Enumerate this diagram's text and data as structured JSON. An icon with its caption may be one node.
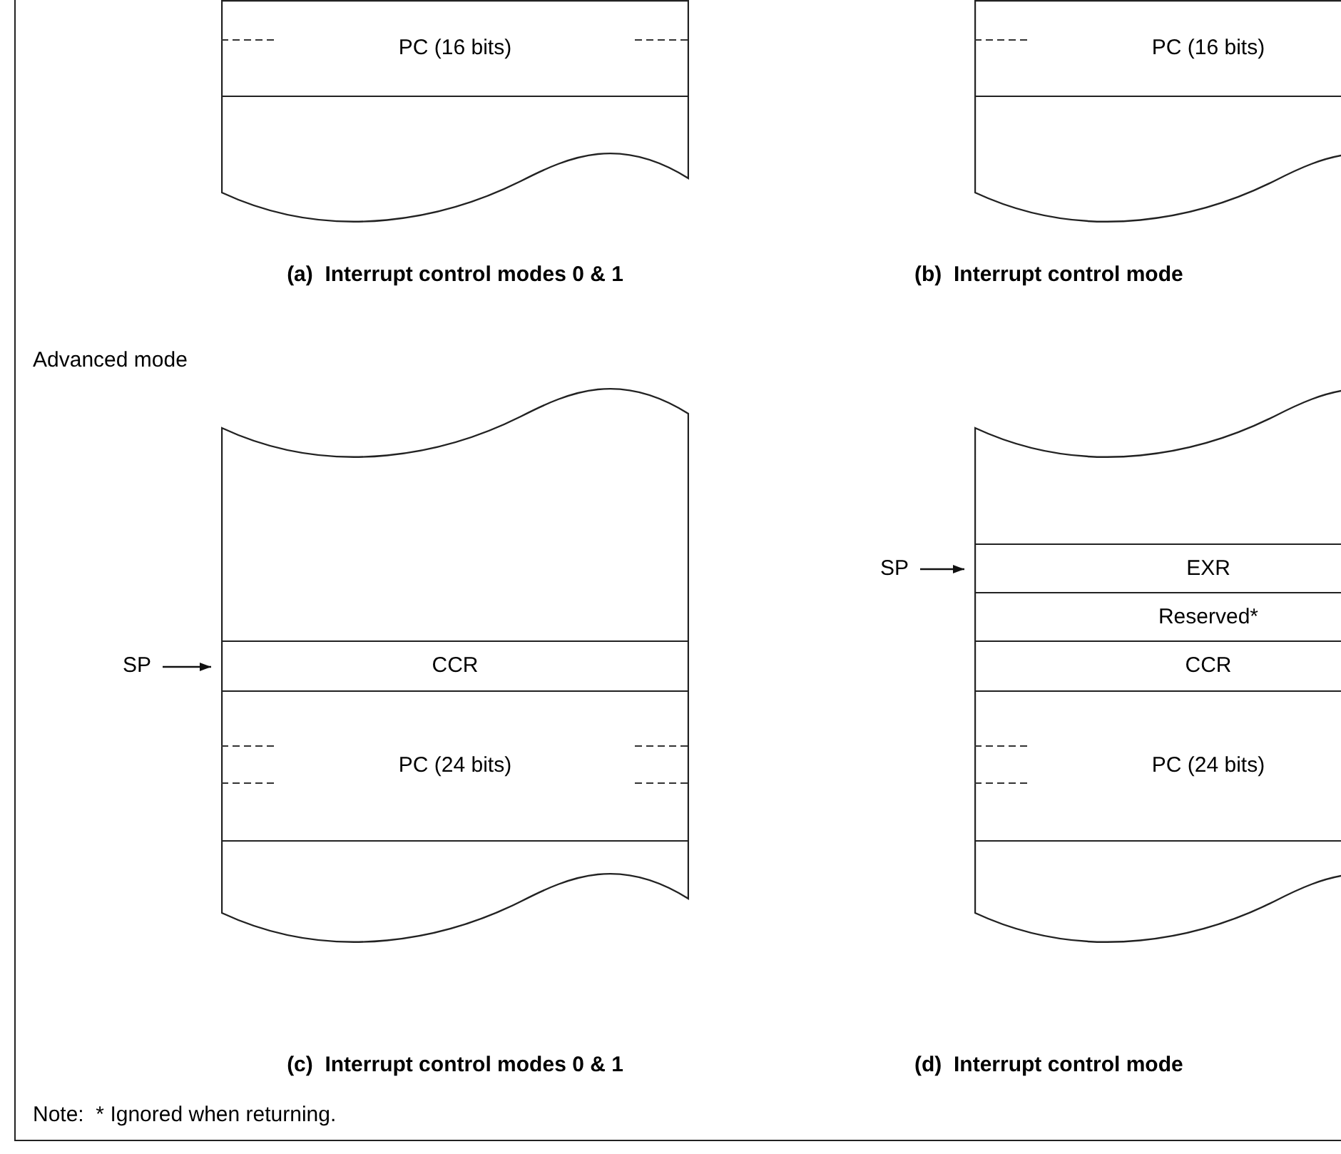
{
  "diagram": {
    "nodes": [
      {
        "text": [],
        "shape": "box"
      },
      {
        "text": [
          "PC (16 bits)"
        ],
        "in": 0
      },
      {
        "text": [],
        "shape": "box"
      },
      {
        "text": [
          "PC (16 bits)"
        ],
        "in": 2
      },
      {
        "text": [],
        "shape": "box"
      },
      {
        "text": [
          "CCR"
        ],
        "in": 4
      },
      {
        "text": [
          "PC (24 bits)"
        ],
        "in": 4
      },
      {
        "text": [
          "SP"
        ]
      },
      {
        "text": [],
        "shape": "box"
      },
      {
        "text": [
          "EXR"
        ],
        "in": 8
      },
      {
        "text": [
          "Reserved*"
        ],
        "in": 8
      },
      {
        "text": [
          "CCR"
        ],
        "in": 8
      },
      {
        "text": [
          "PC (24 bits)"
        ],
        "in": 8
      },
      {
        "text": [
          "SP"
        ]
      }
    ],
    "edges": [
      {
        "from": 7,
        "to": 5,
        "arrow": "to"
      },
      {
        "from": 13,
        "to": 9,
        "arrow": "to"
      }
    ],
    "labels": [
      "(a)  Interrupt control modes 0 & 1",
      "(b)  Interrupt control mode",
      "Advanced mode",
      "(c)  Interrupt control modes 0 & 1",
      "(d)  Interrupt control mode",
      "Note:  * Ignored when returning."
    ]
  }
}
